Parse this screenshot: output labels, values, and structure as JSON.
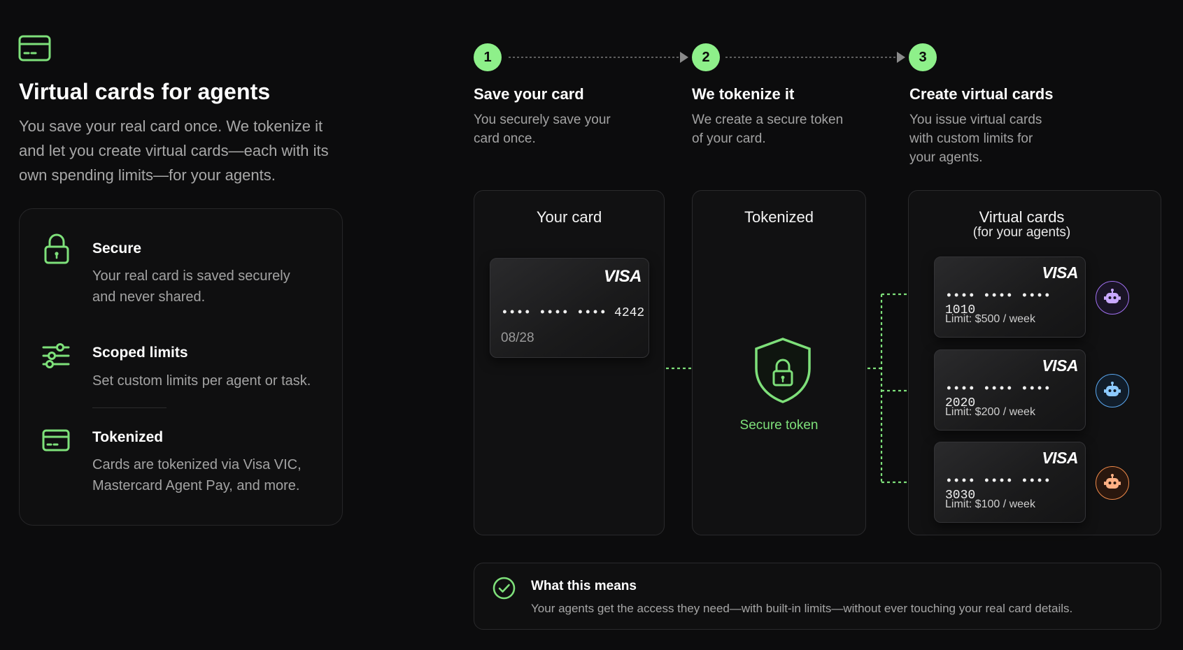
{
  "hero": {
    "icon": "credit-card-icon",
    "title": "Virtual cards for agents",
    "subtitle": "You save your real card once. We tokenize it and let you create virtual cards—each with its own spending limits—for your agents."
  },
  "features": [
    {
      "icon": "lock-icon",
      "title": "Secure",
      "desc_1": "Your real card is saved securely",
      "desc_2": "and never shared."
    },
    {
      "icon": "sliders-icon",
      "title": "Scoped limits",
      "desc_1": "Set custom limits per agent or task.",
      "desc_2": ""
    },
    {
      "icon": "credit-card-icon",
      "title": "Tokenized",
      "desc_1": "Cards are tokenized via Visa VIC,",
      "desc_2": "Mastercard Agent Pay, and more."
    }
  ],
  "steps": [
    {
      "num": "1",
      "title": "Save your card",
      "desc_1": "You securely save your",
      "desc_2": "card once.",
      "desc_3": ""
    },
    {
      "num": "2",
      "title": "We tokenize it",
      "desc_1": "We create a secure token",
      "desc_2": "of your card.",
      "desc_3": ""
    },
    {
      "num": "3",
      "title": "Create virtual cards",
      "desc_1": "You issue virtual cards",
      "desc_2": "with custom limits for",
      "desc_3": "your agents."
    }
  ],
  "panels": {
    "your_card": {
      "title": "Your card",
      "brand": "VISA",
      "number": "•••• •••• •••• 4242",
      "expiry": "08/28"
    },
    "tokenized": {
      "title": "Tokenized",
      "label": "Secure token"
    },
    "virtual": {
      "title": "Virtual cards",
      "subtitle": "(for your agents)",
      "cards": [
        {
          "brand": "VISA",
          "number": "•••• •••• •••• 1010",
          "limit": "Limit: $500 / week",
          "avatar_color": "#a070f0"
        },
        {
          "brand": "VISA",
          "number": "•••• •••• •••• 2020",
          "limit": "Limit: $200 / week",
          "avatar_color": "#5aa8f0"
        },
        {
          "brand": "VISA",
          "number": "•••• •••• •••• 3030",
          "limit": "Limit: $100 / week",
          "avatar_color": "#f08a4a"
        }
      ]
    }
  },
  "summary": {
    "icon": "check-circle-icon",
    "title": "What this means",
    "desc": "Your agents get the access they need—with built-in limits—without ever touching your real card details."
  },
  "colors": {
    "accent": "#8ef08a",
    "background": "#0c0c0d"
  }
}
